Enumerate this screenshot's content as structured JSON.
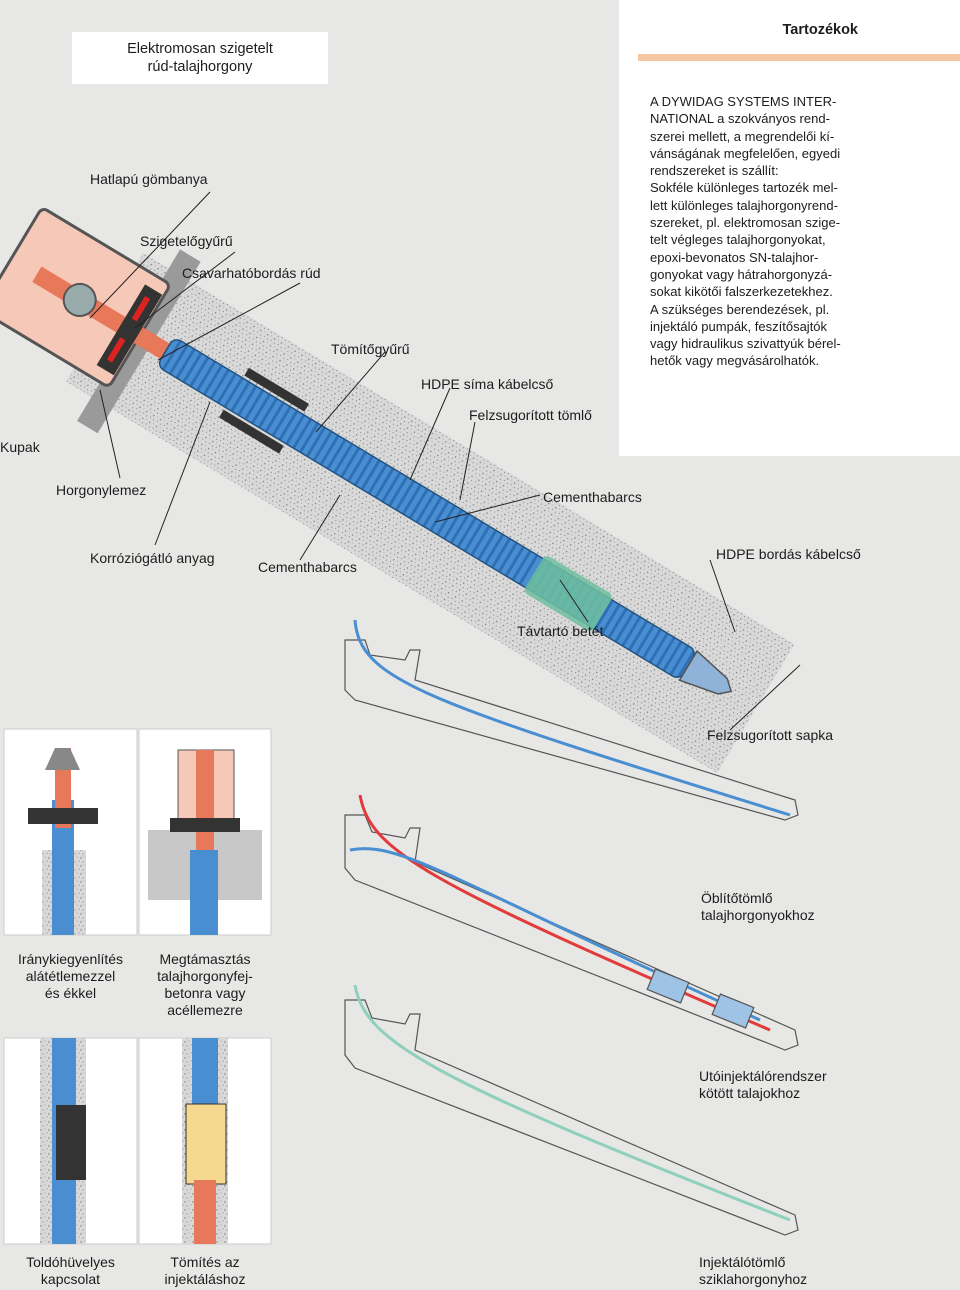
{
  "header": {
    "title": "Elektromosan szigetelt\nrúd-talajhorgony"
  },
  "panel": {
    "title": "Tartozékok",
    "body": "A DYWIDAG SYSTEMS INTER-\nNATIONAL a szokványos rend-\nszerei mellett, a megrendelői kí-\nvánságának megfelelően, egyedi\nrendszereket is szállít:\nSokféle különleges tartozék mel-\nlett különleges talajhorgonyrend-\nszereket, pl. elektromosan szige-\ntelt végleges talajhorgonyokat,\nepoxi-bevonatos SN-talajhor-\ngonyokat vagy hátrahorgonyzá-\nsokat kikötői falszerkezetekhez.\nA szükséges berendezések, pl.\ninjektáló pumpák, feszítősajtók\nvagy hidraulikus szivattyúk bérel-\nhetők vagy megvásárolhatók."
  },
  "labels": {
    "hatlapu": "Hatlapú gömbanya",
    "szigetelo": "Szigetelőgyűrű",
    "csavar": "Csavarhatóbordás rúd",
    "tomito": "Tömítőgyűrű",
    "hdpe_sima": "HDPE síma kábelcső",
    "felzsug_tomlo": "Felzsugorított tömlő",
    "kupak": "Kupak",
    "horgonylemez": "Horgonylemez",
    "cementhabarcs1": "Cementhabarcs",
    "korrozio": "Korróziógátló anyag",
    "cementhabarcs2": "Cementhabarcs",
    "hdpe_bordas": "HDPE bordás kábelcső",
    "tavtarto": "Távtartó betét",
    "felzsug_sapka": "Felzsugorított sapka",
    "oblito": "Öblítőtömlő\ntalajhorgonyokhoz",
    "utoinjekt": "Utóinjektálórendszer\nkötött talajokhoz",
    "injekt_sikla": "Injektálótömlő\nsziklahorgonyhoz"
  },
  "insets": {
    "iranykieg": "Iránykiegyenlítés\nalátétlemezzel\nés ékkel",
    "megtamasztas": "Megtámasztás\ntalajhorgonyfej-\nbetonra vagy\nacéllemezre",
    "toldohuvely": "Toldóhüvelyes\nkapcsolat",
    "tomites": "Tömítés az\ninjektáláshoz"
  },
  "colors": {
    "blue_tube": "#4a8ed2",
    "pink_cap": "#f6c8b8",
    "orange_rod": "#e8785a",
    "green_spacer": "#6fbf9f",
    "red_hose": "#e23b3b",
    "mint_hose": "#8fd0bb",
    "accent_bar": "#f5c7a0"
  }
}
